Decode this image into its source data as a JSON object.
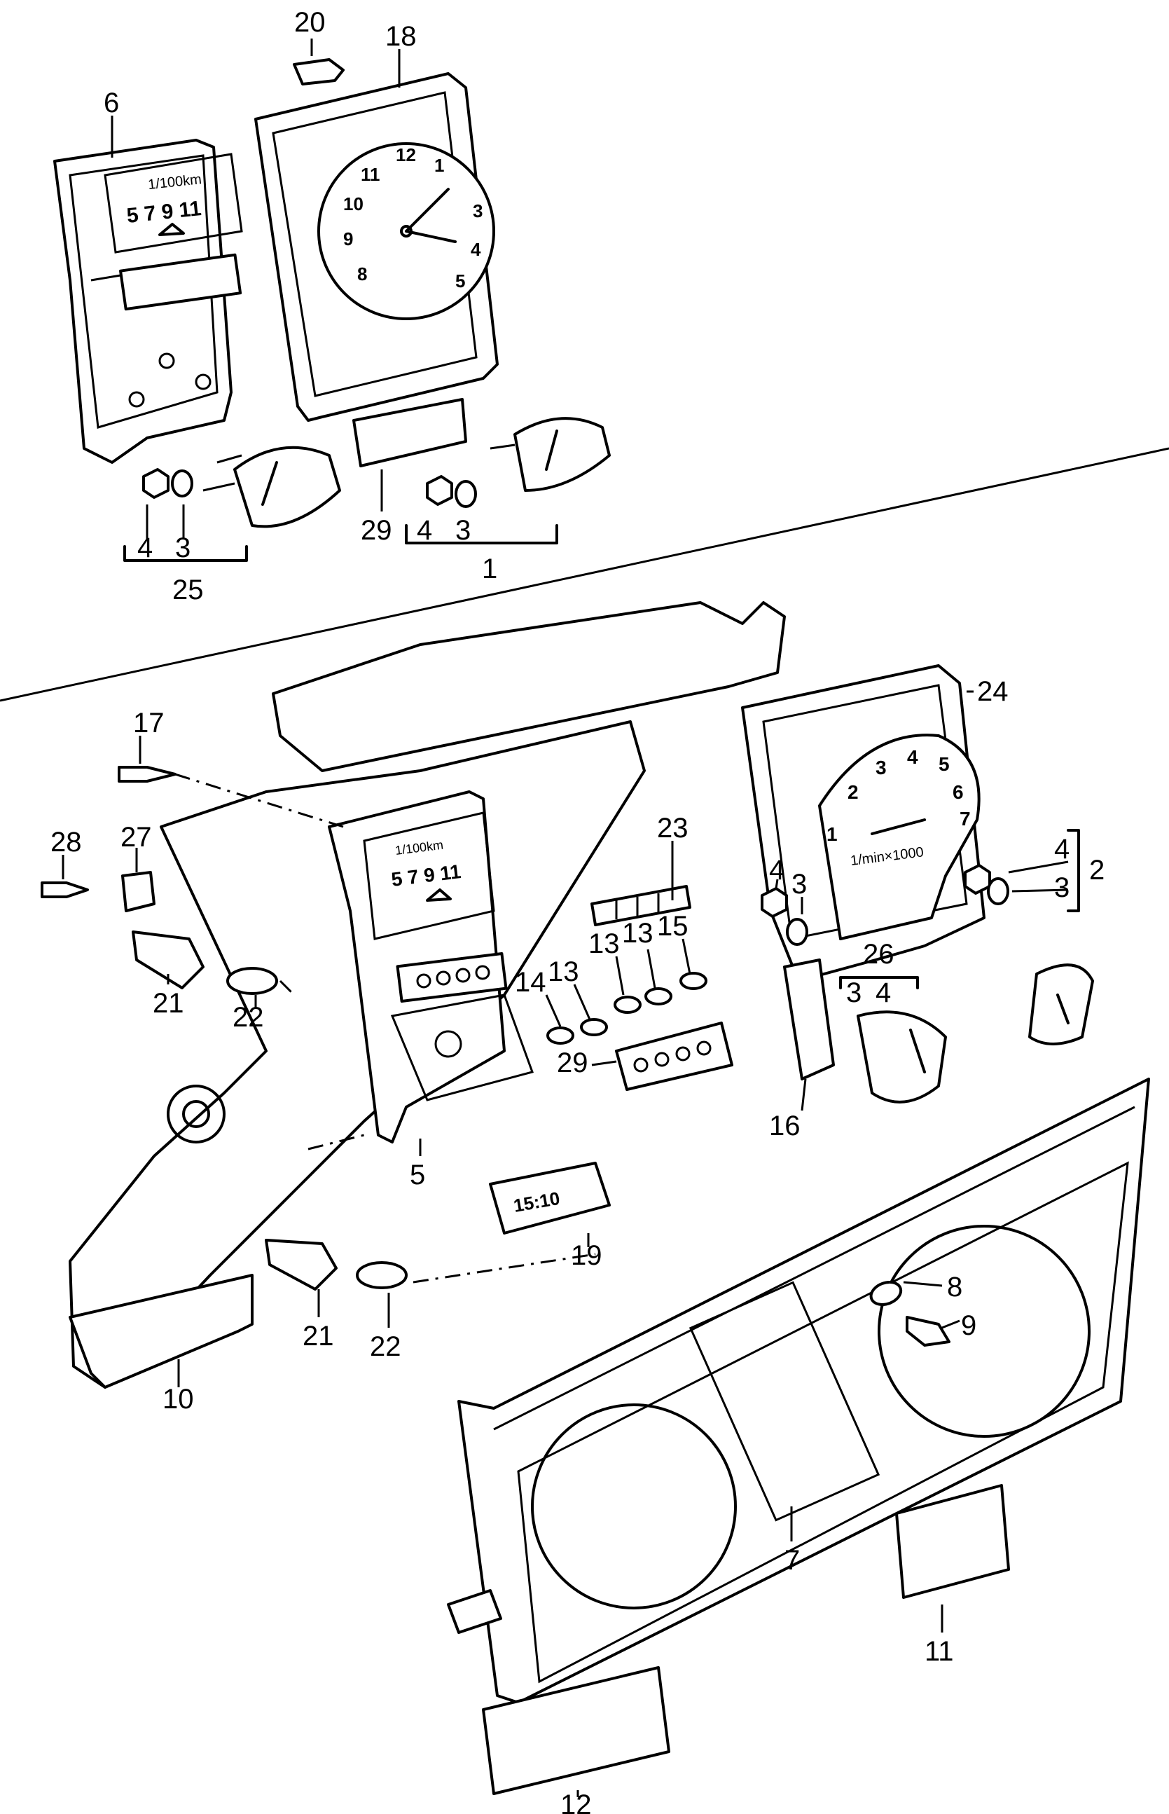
{
  "labels": {
    "l20": "20",
    "l18": "18",
    "l6": "6",
    "l4a": "4",
    "l3a": "3",
    "l25": "25",
    "l29a": "29",
    "l4b": "4",
    "l3b": "3",
    "l1": "1",
    "l17": "17",
    "l28": "28",
    "l27": "27",
    "l21a": "21",
    "l22a": "22",
    "l23": "23",
    "l24": "24",
    "l4c": "4",
    "l3c": "3",
    "l4d": "4",
    "l3d": "3",
    "l2": "2",
    "l14": "14",
    "l13a": "13",
    "l13b": "13",
    "l13c": "13",
    "l15": "15",
    "l29b": "29",
    "l26": "26",
    "l3e": "3",
    "l4e": "4",
    "l16": "16",
    "l5": "5",
    "l19": "19",
    "l8": "8",
    "l9": "9",
    "l21b": "21",
    "l22b": "22",
    "l10": "10",
    "l7": "7",
    "l11": "11",
    "l12": "12"
  },
  "dial_text": {
    "fuel_unit_top": "1/100km",
    "fuel_scale_top": "5 7 9 11",
    "fuel_unit_mid": "1/100km",
    "fuel_scale_mid": "5 7 9 11",
    "clock_numbers": [
      "12",
      "1",
      "3",
      "4",
      "5",
      "8",
      "9",
      "10",
      "11"
    ],
    "tacho_numbers": [
      "1",
      "2",
      "3",
      "4",
      "5",
      "6",
      "7"
    ],
    "tacho_unit": "1/min×1000",
    "clock_display": "15:10"
  }
}
